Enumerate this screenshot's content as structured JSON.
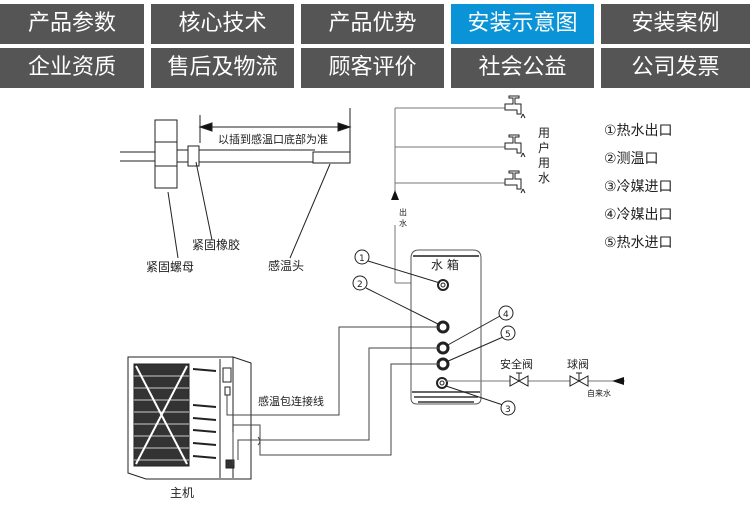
{
  "nav": {
    "row1": [
      {
        "label": "产品参数",
        "active": false
      },
      {
        "label": "核心技术",
        "active": false
      },
      {
        "label": "产品优势",
        "active": false
      },
      {
        "label": "安装示意图",
        "active": true
      },
      {
        "label": "安装案例",
        "active": false
      }
    ],
    "row2": [
      {
        "label": "企业资质",
        "active": false
      },
      {
        "label": "售后及物流",
        "active": false
      },
      {
        "label": "顾客评价",
        "active": false
      },
      {
        "label": "社会公益",
        "active": false
      },
      {
        "label": "公司发票",
        "active": false
      }
    ],
    "active_color": "#0a93d6",
    "inactive_color": "#555555"
  },
  "diagram": {
    "sensor_detail": {
      "dimension_label": "以插到感温口底部为准",
      "nut_label": "紧固螺母",
      "rubber_label": "紧固橡胶",
      "sensor_head_label": "感温头"
    },
    "user_water_label": [
      "用",
      "户",
      "用",
      "水"
    ],
    "outlet_label": [
      "出",
      "水"
    ],
    "tank_label": "水 箱",
    "port_numbers": [
      "1",
      "2",
      "3",
      "4",
      "5"
    ],
    "legend": [
      "①热水出口",
      "②测温口",
      "③冷媒进口",
      "④冷媒出口",
      "⑤热水进口"
    ],
    "safety_valve_label": "安全阀",
    "ball_valve_label": "球阀",
    "tap_water_label": "自来水",
    "sensor_wire_label": "感温包连接线",
    "main_unit_label": "主机"
  }
}
